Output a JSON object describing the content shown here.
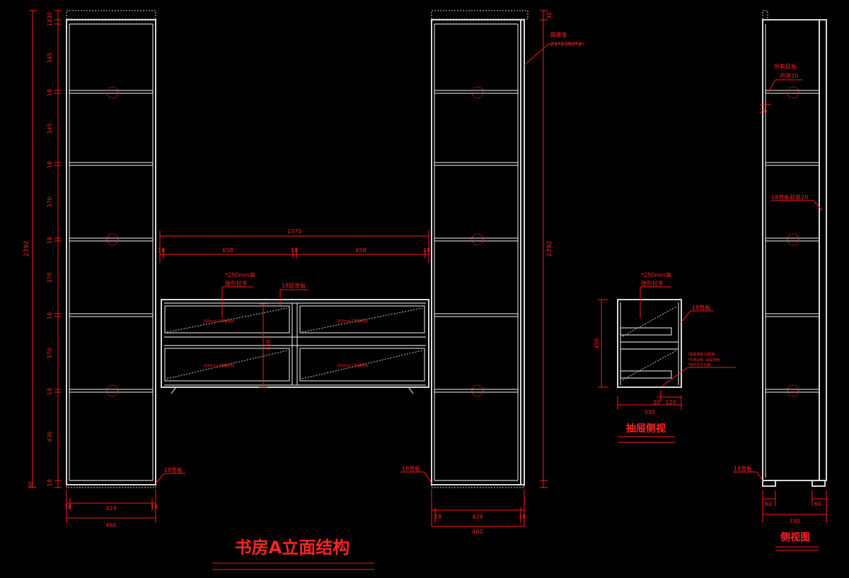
{
  "titles": {
    "main": "书房A立面结构",
    "drawer_side": "抽屉侧视",
    "side_view": "侧视图"
  },
  "left_cabinet": {
    "total_height": "2392",
    "segments": [
      "30",
      "18",
      "345",
      "18",
      "345",
      "18",
      "370",
      "18",
      "370",
      "18",
      "370",
      "18",
      "436",
      "18",
      "30"
    ],
    "width_dims": {
      "left": "18",
      "inner": "424",
      "right": "18",
      "total": "460"
    },
    "board_note": "18背板"
  },
  "right_cabinet": {
    "top_dim": "30",
    "total_height": "2392",
    "strip_note_line1": "踢脚条",
    "strip_note_line2": "21*2392*3",
    "width_dims": {
      "left": "18",
      "inner": "424",
      "right": "18",
      "total": "460"
    },
    "board_note": "18背板"
  },
  "middle": {
    "overall_width": "1370",
    "dims": [
      "18",
      "658",
      "18",
      "658",
      "18"
    ],
    "drawer_height": "450",
    "note_line1": "*250mm高",
    "note_line2": "隐形拉手",
    "board_note": "18层背板",
    "drawer_labels": [
      "250mm三节抽屉轨",
      "250mm三节抽屉轨",
      "250mm三节抽屉轨",
      "250mm三节抽屉轨"
    ]
  },
  "drawer_side": {
    "height": "450",
    "depth": "330",
    "small_dims": [
      "20",
      "120"
    ],
    "note_line1": "*250mm高",
    "note_line2": "隐形拉手",
    "board_note": "18背板",
    "tiny_notes": [
      "*抽屉底板18层板",
      "*内侧边板: 抽屉侧板",
      "*隐形拉手内嵌"
    ]
  },
  "side_view": {
    "note_top_line1": "所有层板",
    "note_top_line2": "内退20",
    "small_dim": "20",
    "shelf_note": "18背板前装20",
    "board_note": "18背板",
    "feet_dims": [
      "60",
      "60"
    ],
    "depth": "330"
  }
}
